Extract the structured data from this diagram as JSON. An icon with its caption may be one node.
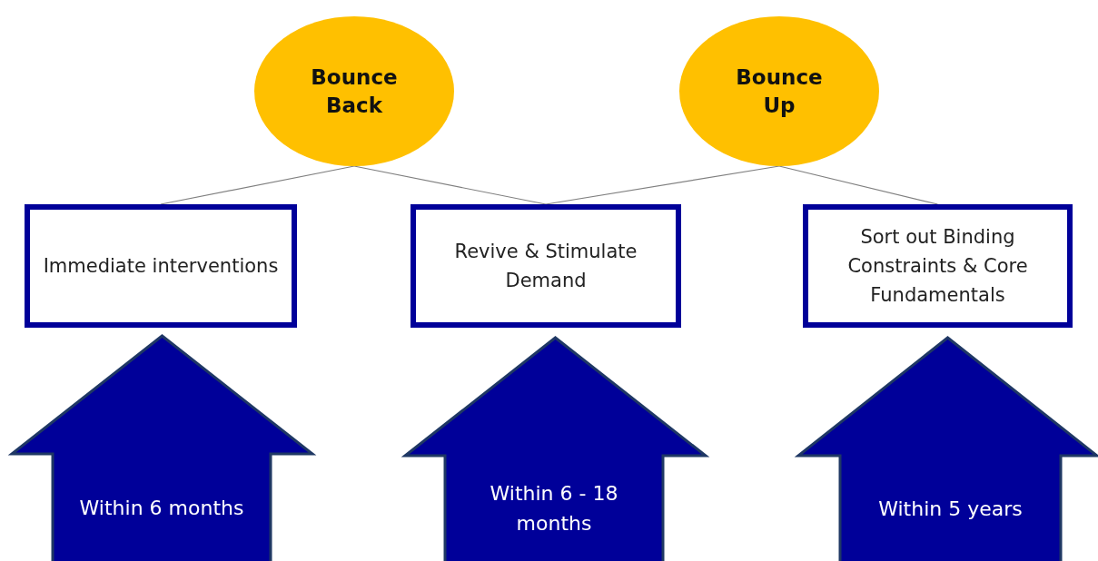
{
  "diagram": {
    "nodes": [
      {
        "text": [
          "Bounce Back"
        ]
      },
      {
        "text": [
          "Bounce Up"
        ]
      },
      {
        "text": [
          "Immediate interventions"
        ]
      },
      {
        "text": [
          "Revive & Stimulate Demand"
        ]
      },
      {
        "text": [
          "Sort out Binding Constraints & Core Fundamentals"
        ]
      },
      {
        "text": [
          "Within 6 months"
        ]
      },
      {
        "text": [
          "Within 6 - 18 months"
        ]
      },
      {
        "text": [
          "Within 5 years"
        ]
      }
    ],
    "edges": [
      {
        "from": 0,
        "to": 2,
        "arrow": "none"
      },
      {
        "from": 0,
        "to": 3,
        "arrow": "none"
      },
      {
        "from": 1,
        "to": 3,
        "arrow": "none"
      },
      {
        "from": 1,
        "to": 4,
        "arrow": "none"
      }
    ]
  }
}
